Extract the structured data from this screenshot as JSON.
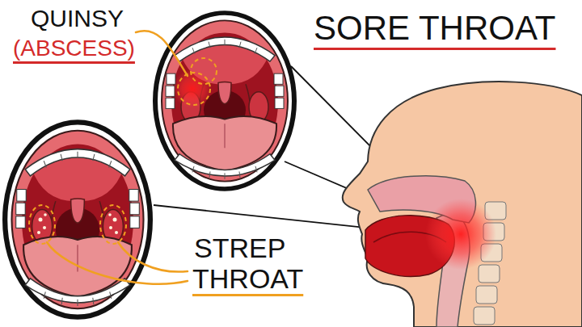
{
  "diagram": {
    "title": "SORE THROAT",
    "labels": [
      "QUINSY",
      "(ABSCESS)",
      "STREP",
      "THROAT"
    ]
  }
}
